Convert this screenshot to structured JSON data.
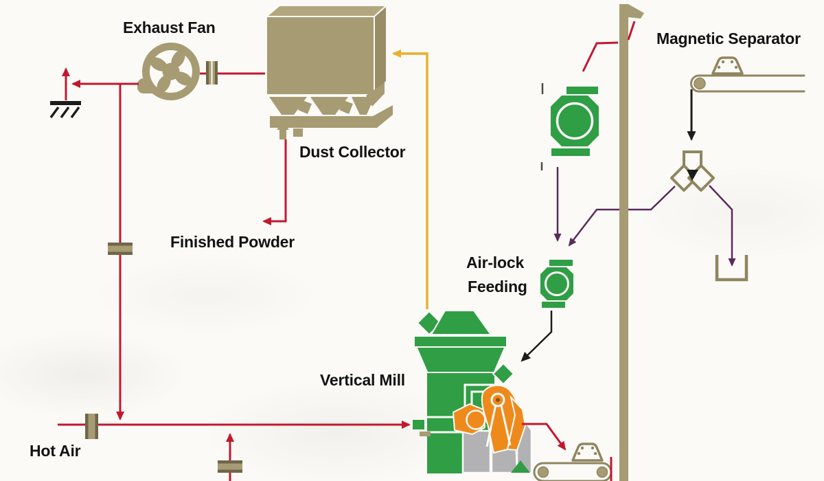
{
  "diagram": {
    "type": "process-flow",
    "title_present": false,
    "labels": {
      "exhaust_fan": "Exhaust Fan",
      "dust_collector": "Dust Collector",
      "finished_powder": "Finished Powder",
      "magnetic_separator": "Magnetic Separator",
      "airlock_line1": "Air-lock",
      "airlock_line2": "Feeding",
      "vertical_mill": "Vertical Mill",
      "hot_air": "Hot Air"
    },
    "colors": {
      "background": "#fbfaf7",
      "label_text": "#121212",
      "equipment_tan": "#a69b72",
      "equipment_tan_light": "#b1a67e",
      "equipment_tan_shade": "#988d66",
      "equipment_tan_dark": "#6f6649",
      "outline_tan": "#8f855f",
      "equipment_green": "#2f9e44",
      "flow_red": "#c2182f",
      "flow_yellow": "#e9b02c",
      "flow_purple": "#5a2a5c",
      "flow_black": "#1c1c1c",
      "roller_orange": "#ee8a1c",
      "base_gray": "#b2b2b5"
    },
    "icons": [
      "exhaust-fan-icon",
      "vent-stack-icon",
      "pipe-coupling-icon",
      "dust-collector-icon",
      "discharge-outlet-icon",
      "damper-valve-icon",
      "feed-conveyor-icon",
      "magnetic-separator-icon",
      "y-splitter-icon",
      "waste-bin-icon",
      "rotary-valve-icon",
      "riser-pipe-icon",
      "airlock-valve-icon",
      "vertical-mill-icon",
      "discharge-conveyor-icon",
      "tramp-separator-icon"
    ]
  }
}
